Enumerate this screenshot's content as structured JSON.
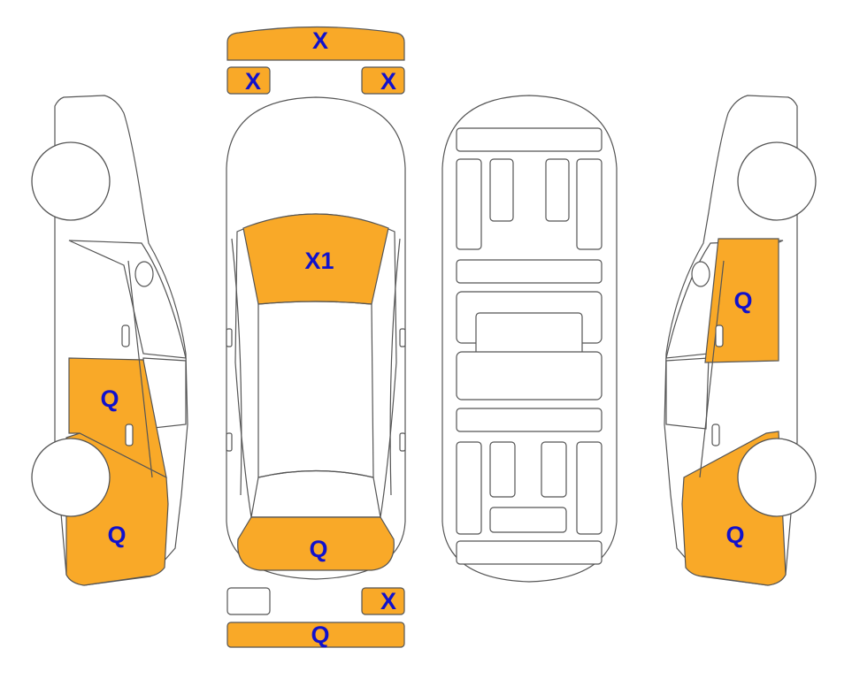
{
  "colors": {
    "damage_fill": "#F9A928",
    "outline": "#555555",
    "label": "#1111CC"
  },
  "labels": {
    "front_bumper": "X",
    "headlight_left": "X",
    "headlight_right": "X",
    "windshield": "X1",
    "trunk_lid": "Q",
    "rear_light_right": "X",
    "rear_bumper": "Q",
    "left_rear_door": "Q",
    "left_rear_quarter": "Q",
    "right_rear_door": "Q",
    "right_rear_quarter": "Q"
  },
  "icons": {
    "left_side_view": "car-left-side-icon",
    "top_view": "car-top-view-icon",
    "underbody_view": "car-underbody-icon",
    "right_side_view": "car-right-side-icon"
  }
}
